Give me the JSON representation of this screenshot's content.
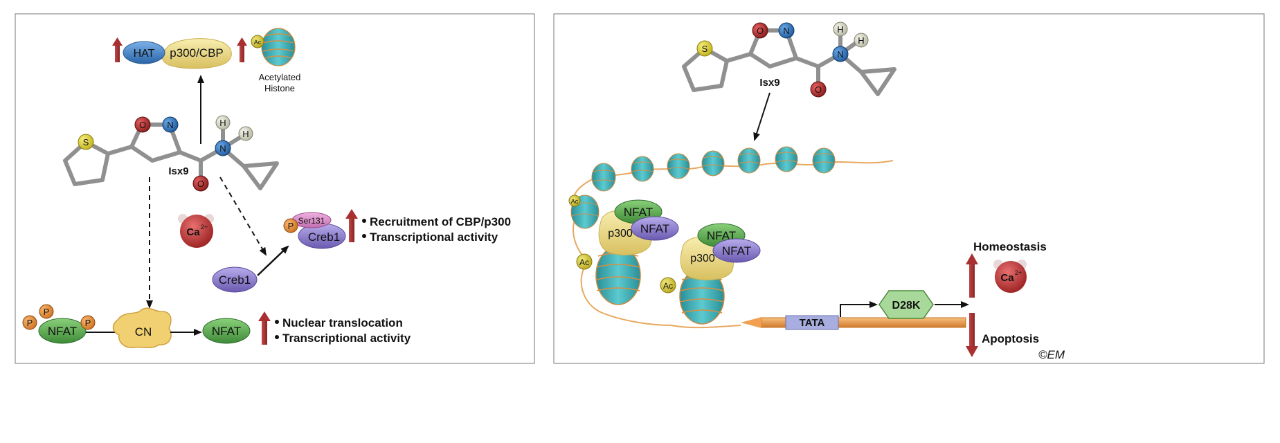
{
  "left_panel": {
    "hat": "HAT",
    "p300cbp": "p300/CBP",
    "ac": "Ac",
    "acetylated_line1": "Acetylated",
    "acetylated_line2": "Histone",
    "mol": {
      "s": "S",
      "o": "O",
      "n": "N",
      "h": "H",
      "o2": "O",
      "name": "Isx9"
    },
    "ca": "Ca",
    "ca_sup": "2+",
    "ser131": "Ser131",
    "p": "P",
    "creb1_phos": "Creb1",
    "creb1": "Creb1",
    "creb_bullets": [
      "Recruitment of CBP/p300",
      "Transcriptional activity"
    ],
    "nfat_phos": "NFAT",
    "cn": "CN",
    "nfat": "NFAT",
    "nfat_bullets": [
      "Nuclear translocation",
      "Transcriptional activity"
    ]
  },
  "right_panel": {
    "mol": {
      "s": "S",
      "o": "O",
      "n": "N",
      "h": "H",
      "o2": "O",
      "name": "Isx9"
    },
    "ac": "Ac",
    "nfat": "NFAT",
    "p300": "p300",
    "tata": "TATA",
    "d28k": "D28K",
    "homeostasis": "Homeostasis",
    "apoptosis": "Apoptosis",
    "ca": "Ca",
    "ca_sup": "2+",
    "copyright": "©EM"
  },
  "colors": {
    "arrow_up": "#b03a3a",
    "nfat_green": "#5aa04a",
    "creb_purple": "#8a7ac8",
    "p300_yellow": "#ecd98a",
    "histone_teal": "#3fb0b8",
    "dna_orange": "#e89a4a",
    "tata_blue": "#a8aee0",
    "d28k_green": "#a8d89a"
  }
}
